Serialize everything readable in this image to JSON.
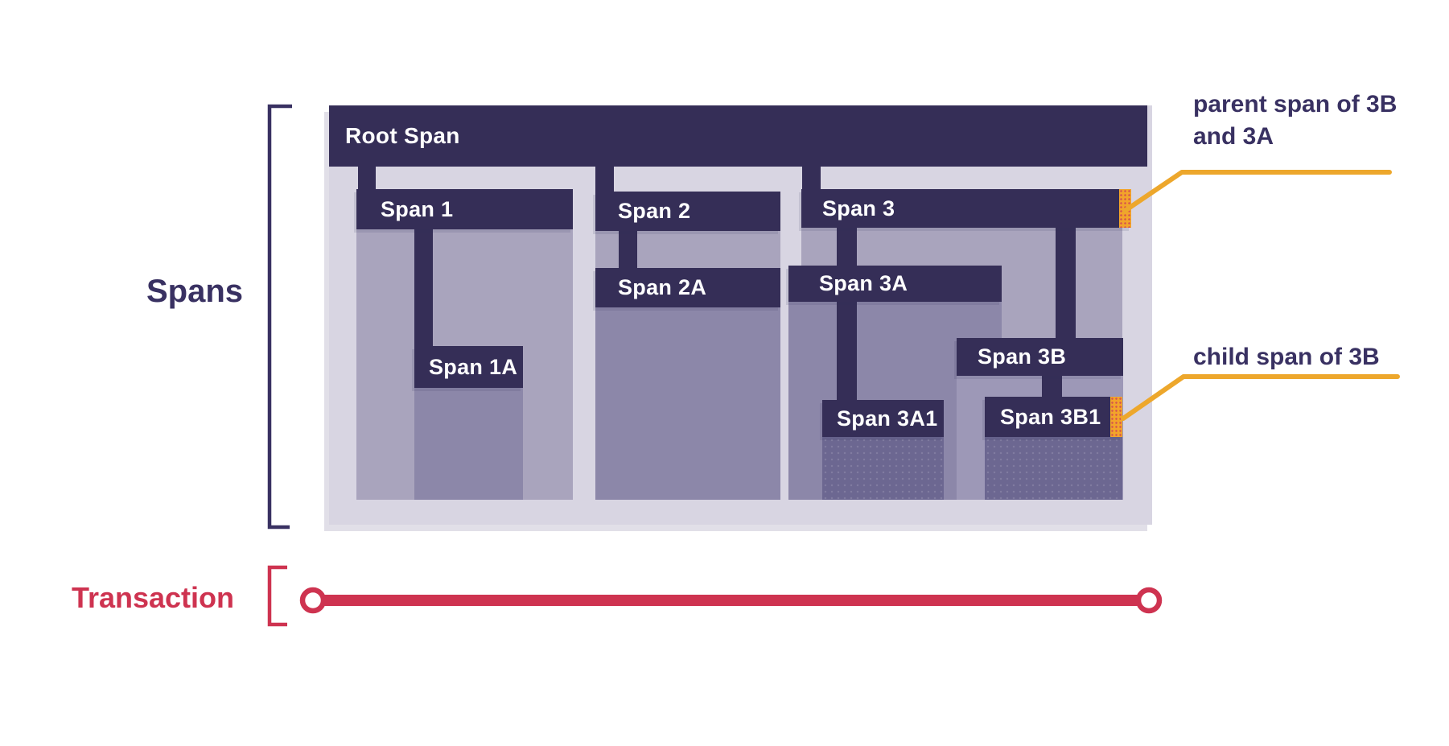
{
  "labels": {
    "spans": "Spans",
    "transaction": "Transaction"
  },
  "spans": {
    "root": {
      "label": "Root Span"
    },
    "s1": {
      "label": "Span 1"
    },
    "s1a": {
      "label": "Span 1A"
    },
    "s2": {
      "label": "Span 2"
    },
    "s2a": {
      "label": "Span 2A"
    },
    "s3": {
      "label": "Span 3",
      "highlight_marker": "orange-dotted"
    },
    "s3a": {
      "label": "Span 3A"
    },
    "s3a1": {
      "label": "Span 3A1"
    },
    "s3b": {
      "label": "Span 3B"
    },
    "s3b1": {
      "label": "Span 3B1",
      "highlight_marker": "orange-dotted"
    }
  },
  "annotations": {
    "parent": "parent span of 3B and 3A",
    "child": "child span of 3B"
  },
  "colors": {
    "bar_navy": "#352e57",
    "container_bg": "#d8d5e2",
    "fill_single": "#a9a4bd",
    "fill_double": "#8c87a9",
    "fill_3b": "#9d98b7",
    "fill_triple": "#6c6791",
    "orange": "#eda72c",
    "marker_orange": "#f2a42a",
    "marker_dot": "#d6564d",
    "crimson": "#ce3350",
    "text_navy": "#393162"
  }
}
